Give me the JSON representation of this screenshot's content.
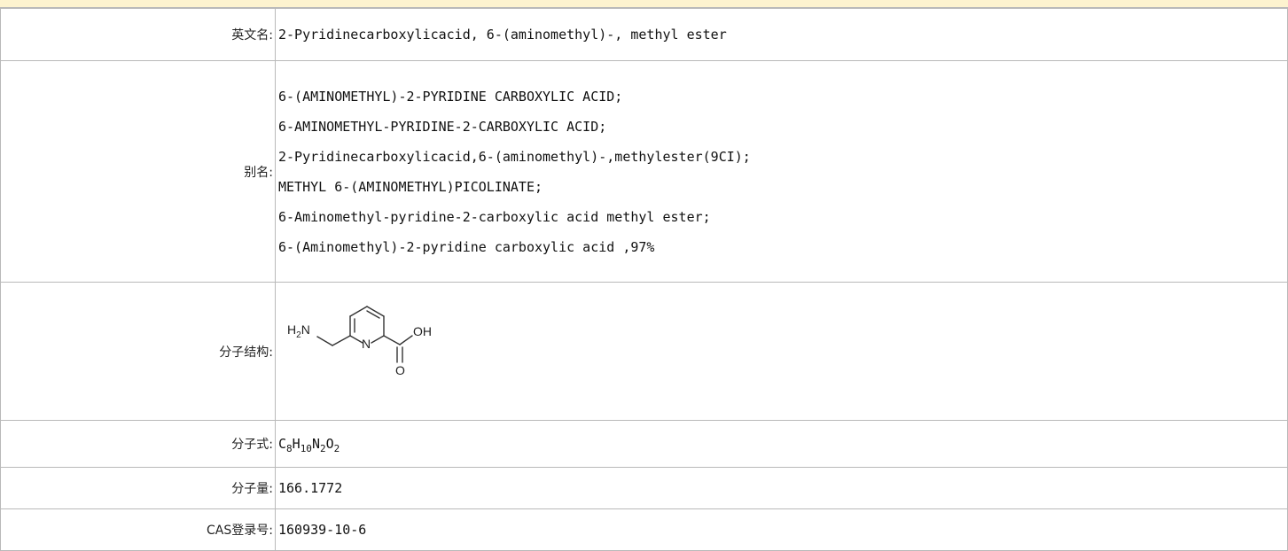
{
  "rows": {
    "english_name": {
      "label": "英文名:",
      "value": "2-Pyridinecarboxylicacid, 6-(aminomethyl)-, methyl ester"
    },
    "aliases": {
      "label": "别名:",
      "items": [
        "6-(AMINOMETHYL)-2-PYRIDINE CARBOXYLIC ACID;",
        "6-AMINOMETHYL-PYRIDINE-2-CARBOXYLIC ACID;",
        "2-Pyridinecarboxylicacid,6-(aminomethyl)-,methylester(9CI);",
        "METHYL 6-(AMINOMETHYL)PICOLINATE;",
        "6-Aminomethyl-pyridine-2-carboxylic acid methyl ester;",
        "6-(Aminomethyl)-2-pyridine carboxylic acid ,97%"
      ]
    },
    "structure": {
      "label": "分子结构:",
      "atoms": {
        "amine": "H",
        "amine_sub": "2",
        "amine_n": "N",
        "ring_n": "N",
        "hydroxyl": "OH",
        "carbonyl": "O"
      }
    },
    "formula": {
      "label": "分子式:",
      "parts": {
        "c": "C",
        "c_n": "8",
        "h": "H",
        "h_n": "10",
        "n": "N",
        "n_n": "2",
        "o": "O",
        "o_n": "2"
      }
    },
    "weight": {
      "label": "分子量:",
      "value": "166.1772"
    },
    "cas": {
      "label": "CAS登录号:",
      "value": "160939-10-6"
    }
  }
}
